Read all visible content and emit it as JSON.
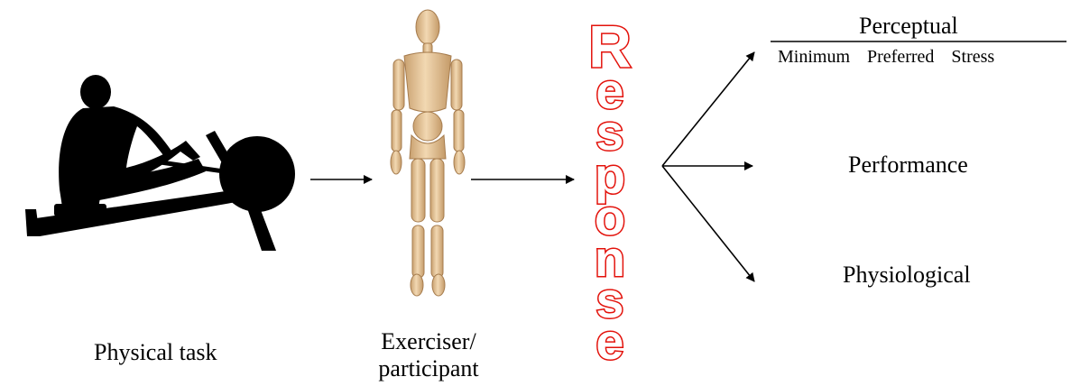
{
  "task": {
    "label": "Physical task",
    "icon": "rower-silhouette-icon"
  },
  "exerciser": {
    "label_line1": "Exerciser/",
    "label_line2": "participant",
    "icon": "wooden-mannequin-icon"
  },
  "response": {
    "word": "Response",
    "color": "#e3120b"
  },
  "outcomes": {
    "perceptual": {
      "title": "Perceptual",
      "sub": [
        "Minimum",
        "Preferred",
        "Stress"
      ]
    },
    "performance": {
      "title": "Performance"
    },
    "physiological": {
      "title": "Physiological"
    }
  }
}
